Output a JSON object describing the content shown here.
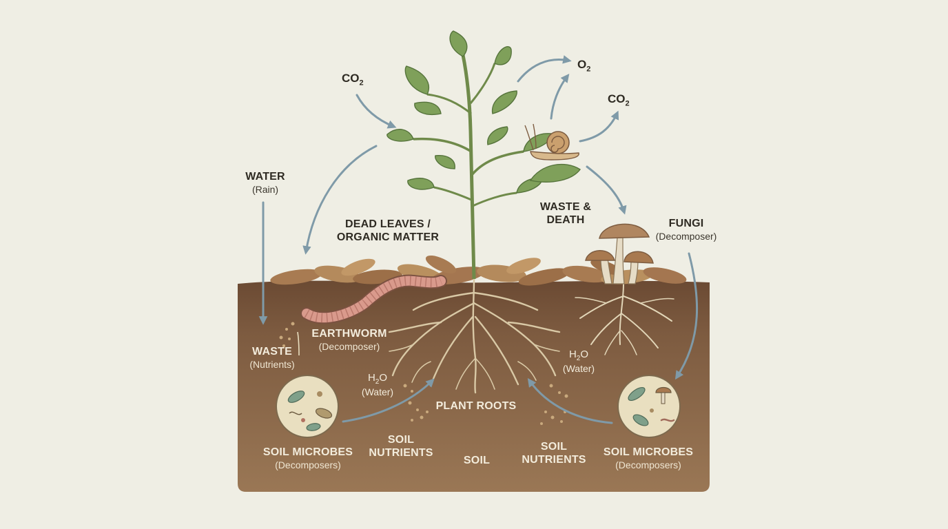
{
  "labels": {
    "co2_left": {
      "main": "CO",
      "sub": "2"
    },
    "o2": {
      "main": "O",
      "sub": "2"
    },
    "co2_right": {
      "main": "CO",
      "sub": "2"
    },
    "water_rain": {
      "main": "WATER",
      "sub": "(Rain)"
    },
    "dead_leaves": {
      "line1": "DEAD LEAVES /",
      "line2": "ORGANIC MATTER"
    },
    "waste_death": {
      "line1": "WASTE &",
      "line2": "DEATH"
    },
    "fungi": {
      "main": "FUNGI",
      "sub": "(Decomposer)"
    },
    "earthworm": {
      "main": "EARTHWORM",
      "sub": "(Decomposer)"
    },
    "waste_nutrients": {
      "main": "WASTE",
      "sub": "(Nutrients)"
    },
    "h2o_left": {
      "main": "H",
      "subscript": "2",
      "suffix": "O",
      "sub": "(Water)"
    },
    "h2o_right": {
      "main": "H",
      "subscript": "2",
      "suffix": "O",
      "sub": "(Water)"
    },
    "plant_roots": "PLANT ROOTS",
    "soil_nutrients_left": {
      "line1": "SOIL",
      "line2": "NUTRIENTS"
    },
    "soil_nutrients_right": {
      "line1": "SOIL",
      "line2": "NUTRIENTS"
    },
    "soil": "SOIL",
    "soil_microbes_left": {
      "main": "SOIL MICROBES",
      "sub": "(Decomposers)"
    },
    "soil_microbes_right": {
      "main": "SOIL MICROBES",
      "sub": "(Decomposers)"
    }
  },
  "colors": {
    "background": "#efeee4",
    "soil": "#87654a",
    "soil_dark": "#6e4f37",
    "leaf": "#7fa05a",
    "stem": "#6f8a4a",
    "arrow": "#7f9aa8",
    "root": "#d9c9a6",
    "microbe_circle": "#e9dfc0"
  }
}
